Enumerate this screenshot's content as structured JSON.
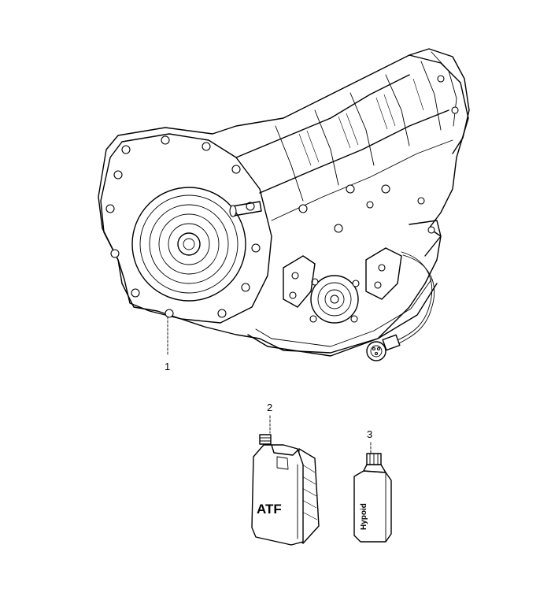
{
  "callouts": [
    {
      "id": "1",
      "label": "1"
    },
    {
      "id": "2",
      "label": "2"
    },
    {
      "id": "3",
      "label": "3"
    }
  ],
  "products": {
    "atf_label": "ATF",
    "hypoid_label": "Hypoid"
  }
}
